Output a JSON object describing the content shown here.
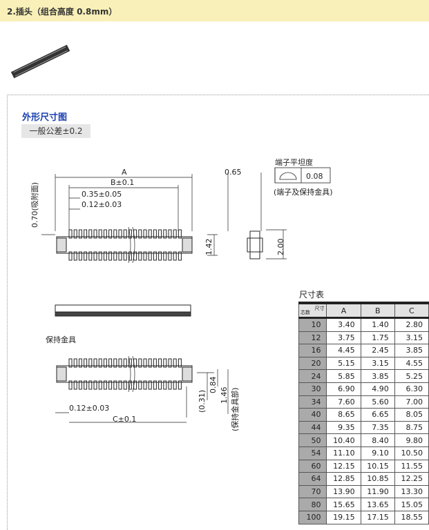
{
  "header": {
    "title": "2.插头（组合高度 0.8mm）"
  },
  "section": {
    "title": "外形尺寸图",
    "tolerance": "一般公差±0.2"
  },
  "drawing": {
    "A": "A",
    "B": "B±0.1",
    "d035": "0.35±0.05",
    "d012": "0.12±0.03",
    "d070": "0.70(吸附面)",
    "d142": "1.42",
    "d065": "0.65",
    "flatness_title": "端子平坦度",
    "flatness_value": "0.08",
    "flatness_note": "(端子及保持金具)",
    "d200": "2.00",
    "holder": "保持金具",
    "d012b": "0.12±0.03",
    "C": "C±0.1",
    "d031": "(0.31)",
    "d084": "0.84",
    "d146": "1.46",
    "holder_part": "(保持金具部)"
  },
  "table": {
    "title": "尺寸表",
    "corner_top": "尺寸",
    "corner_bottom": "芯数",
    "columns": [
      "A",
      "B",
      "C"
    ],
    "rows": [
      [
        "10",
        "3.40",
        "1.40",
        "2.80"
      ],
      [
        "12",
        "3.75",
        "1.75",
        "3.15"
      ],
      [
        "16",
        "4.45",
        "2.45",
        "3.85"
      ],
      [
        "20",
        "5.15",
        "3.15",
        "4.55"
      ],
      [
        "24",
        "5.85",
        "3.85",
        "5.25"
      ],
      [
        "30",
        "6.90",
        "4.90",
        "6.30"
      ],
      [
        "34",
        "7.60",
        "5.60",
        "7.00"
      ],
      [
        "40",
        "8.65",
        "6.65",
        "8.05"
      ],
      [
        "44",
        "9.35",
        "7.35",
        "8.75"
      ],
      [
        "50",
        "10.40",
        "8.40",
        "9.80"
      ],
      [
        "54",
        "11.10",
        "9.10",
        "10.50"
      ],
      [
        "60",
        "12.15",
        "10.15",
        "11.55"
      ],
      [
        "64",
        "12.85",
        "10.85",
        "12.25"
      ],
      [
        "70",
        "13.90",
        "11.90",
        "13.30"
      ],
      [
        "80",
        "15.65",
        "13.65",
        "15.05"
      ],
      [
        "100",
        "19.15",
        "17.15",
        "18.55"
      ]
    ]
  }
}
